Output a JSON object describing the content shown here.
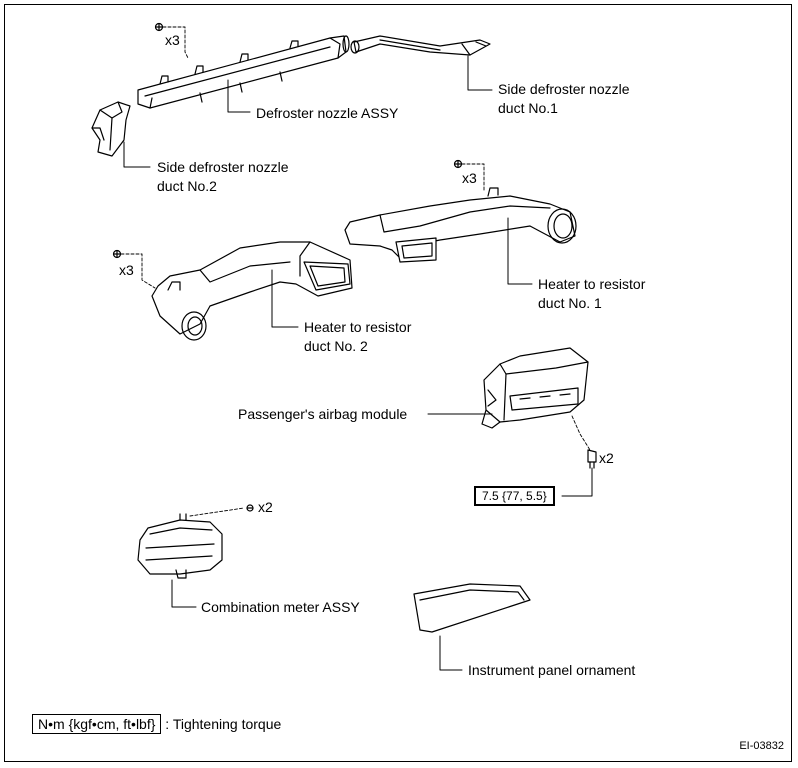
{
  "labels": {
    "defroster_nozzle": "Defroster nozzle ASSY",
    "side_duct_1": [
      "Side defroster nozzle",
      "duct No.1"
    ],
    "side_duct_2": [
      "Side defroster nozzle",
      "duct No.2"
    ],
    "heater_duct_1": [
      "Heater to resistor",
      "duct No. 1"
    ],
    "heater_duct_2": [
      "Heater to resistor",
      "duct No. 2"
    ],
    "airbag": "Passenger's airbag module",
    "meter": "Combination meter ASSY",
    "ornament": "Instrument panel ornament"
  },
  "quantities": {
    "defroster": "x3",
    "heater_1": "x3",
    "heater_2": "x3",
    "airbag": "x2",
    "meter": "x2"
  },
  "torque": "7.5 {77, 5.5}",
  "legend": {
    "units": "N•m {kgf•cm, ft•lbf}",
    "text": ": Tightening torque"
  },
  "figure_code": "EI-03832"
}
